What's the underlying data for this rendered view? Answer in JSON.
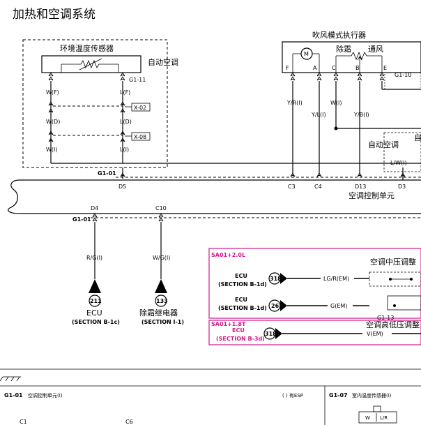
{
  "title": "加热和空调系统",
  "ambient_sensor": {
    "label": "环境温度传感器",
    "auto_ac": "自动空调",
    "connector": "G1-11",
    "wires": [
      {
        "left": "W(F)",
        "right": "L(F)"
      },
      {
        "left": "W(D)",
        "right": "L(D)"
      },
      {
        "left": "W(I)",
        "right": "L(I)"
      }
    ],
    "splices": [
      "X-02",
      "X-08"
    ]
  },
  "mode_actuator": {
    "label": "吹风模式执行器",
    "defrost": "除霜",
    "vent": "通风",
    "motor": "M",
    "connector": "G1-10",
    "pins": [
      "F",
      "A",
      "C",
      "B",
      "E"
    ],
    "wires": [
      "Y/R(I)",
      "Y/L(I)",
      "W(I)",
      "Y/B(I)"
    ]
  },
  "auto_ac_right": {
    "label": "自动空调",
    "wire": "L/W(I)",
    "partial": "自"
  },
  "control_unit": {
    "connector": "G1-01",
    "label": "空调控制单元",
    "top_pins": [
      "D5",
      "C3",
      "C4",
      "D13",
      "D3"
    ],
    "bottom_pins": [
      "D4",
      "C10"
    ]
  },
  "lower_left": {
    "wire1": "R/G(I)",
    "wire2": "W/G(I)",
    "term1_num": "211",
    "term1_name": "ECU",
    "term1_section": "(SECTION B-1c)",
    "term2_num": "133",
    "term2_name": "除霜继电器",
    "term2_section": "(SECTION I-1)"
  },
  "box_20": {
    "tag": "SA01+2.0L",
    "pressure_mid": "空调中压调整",
    "ecu1": "ECU",
    "ecu1_section": "(SECTION B-1d)",
    "ecu1_num": "318",
    "ecu1_wire": "LG/R(EM)",
    "ecu2": "ECU",
    "ecu2_section": "(SECTION B-1d)",
    "ecu2_num": "26",
    "ecu2_wire": "G(EM)",
    "connector": "G1-13",
    "pressure_hilo": "空调高低压调整"
  },
  "box_18": {
    "tag": "SA01+1.8T",
    "ecu": "ECU",
    "ecu_section": "(SECTION B-3d)",
    "ecu_num": "318",
    "wire": "V(EM)"
  },
  "footer": {
    "left_connector": "G1-01",
    "left_name": "空调控制单元(I)",
    "esp": "( ) 有ESP",
    "right_connector": "G1-07",
    "right_name": "室内温度传感器(I)",
    "pin_c1": "C1",
    "pin_c6": "C6",
    "pin_w": "W",
    "pin_lr": "L/R"
  }
}
